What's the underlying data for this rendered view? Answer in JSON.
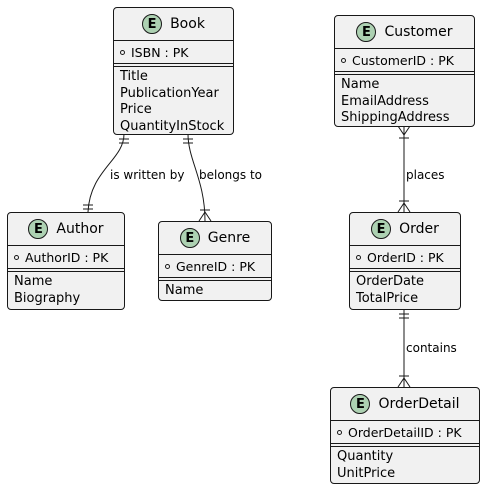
{
  "entities": {
    "book": {
      "name": "Book",
      "pk": "ISBN : PK",
      "attributes": [
        "Title",
        "PublicationYear",
        "Price",
        "QuantityInStock"
      ]
    },
    "author": {
      "name": "Author",
      "pk": "AuthorID : PK",
      "attributes": [
        "Name",
        "Biography"
      ]
    },
    "genre": {
      "name": "Genre",
      "pk": "GenreID : PK",
      "attributes": [
        "Name"
      ]
    },
    "customer": {
      "name": "Customer",
      "pk": "CustomerID : PK",
      "attributes": [
        "Name",
        "EmailAddress",
        "ShippingAddress"
      ]
    },
    "order": {
      "name": "Order",
      "pk": "OrderID : PK",
      "attributes": [
        "OrderDate",
        "TotalPrice"
      ]
    },
    "orderdetail": {
      "name": "OrderDetail",
      "pk": "OrderDetailID : PK",
      "attributes": [
        "Quantity",
        "UnitPrice"
      ]
    }
  },
  "entity_badge_letter": "E",
  "relationships": {
    "book_author": {
      "label": "is written by",
      "from": "Book",
      "to": "Author",
      "from_cardinality": "exactly-one",
      "to_cardinality": "exactly-one"
    },
    "book_genre": {
      "label": "belongs to",
      "from": "Book",
      "to": "Genre",
      "from_cardinality": "exactly-one",
      "to_cardinality": "one-or-many"
    },
    "customer_order": {
      "label": "places",
      "from": "Customer",
      "to": "Order",
      "from_cardinality": "one-or-many",
      "to_cardinality": "one-or-many"
    },
    "order_orderdetail": {
      "label": "contains",
      "from": "Order",
      "to": "OrderDetail",
      "from_cardinality": "exactly-one",
      "to_cardinality": "one-or-many"
    }
  },
  "colors": {
    "entity_fill": "#F1F1F1",
    "badge_fill": "#ADD1B2",
    "line": "#181818"
  }
}
